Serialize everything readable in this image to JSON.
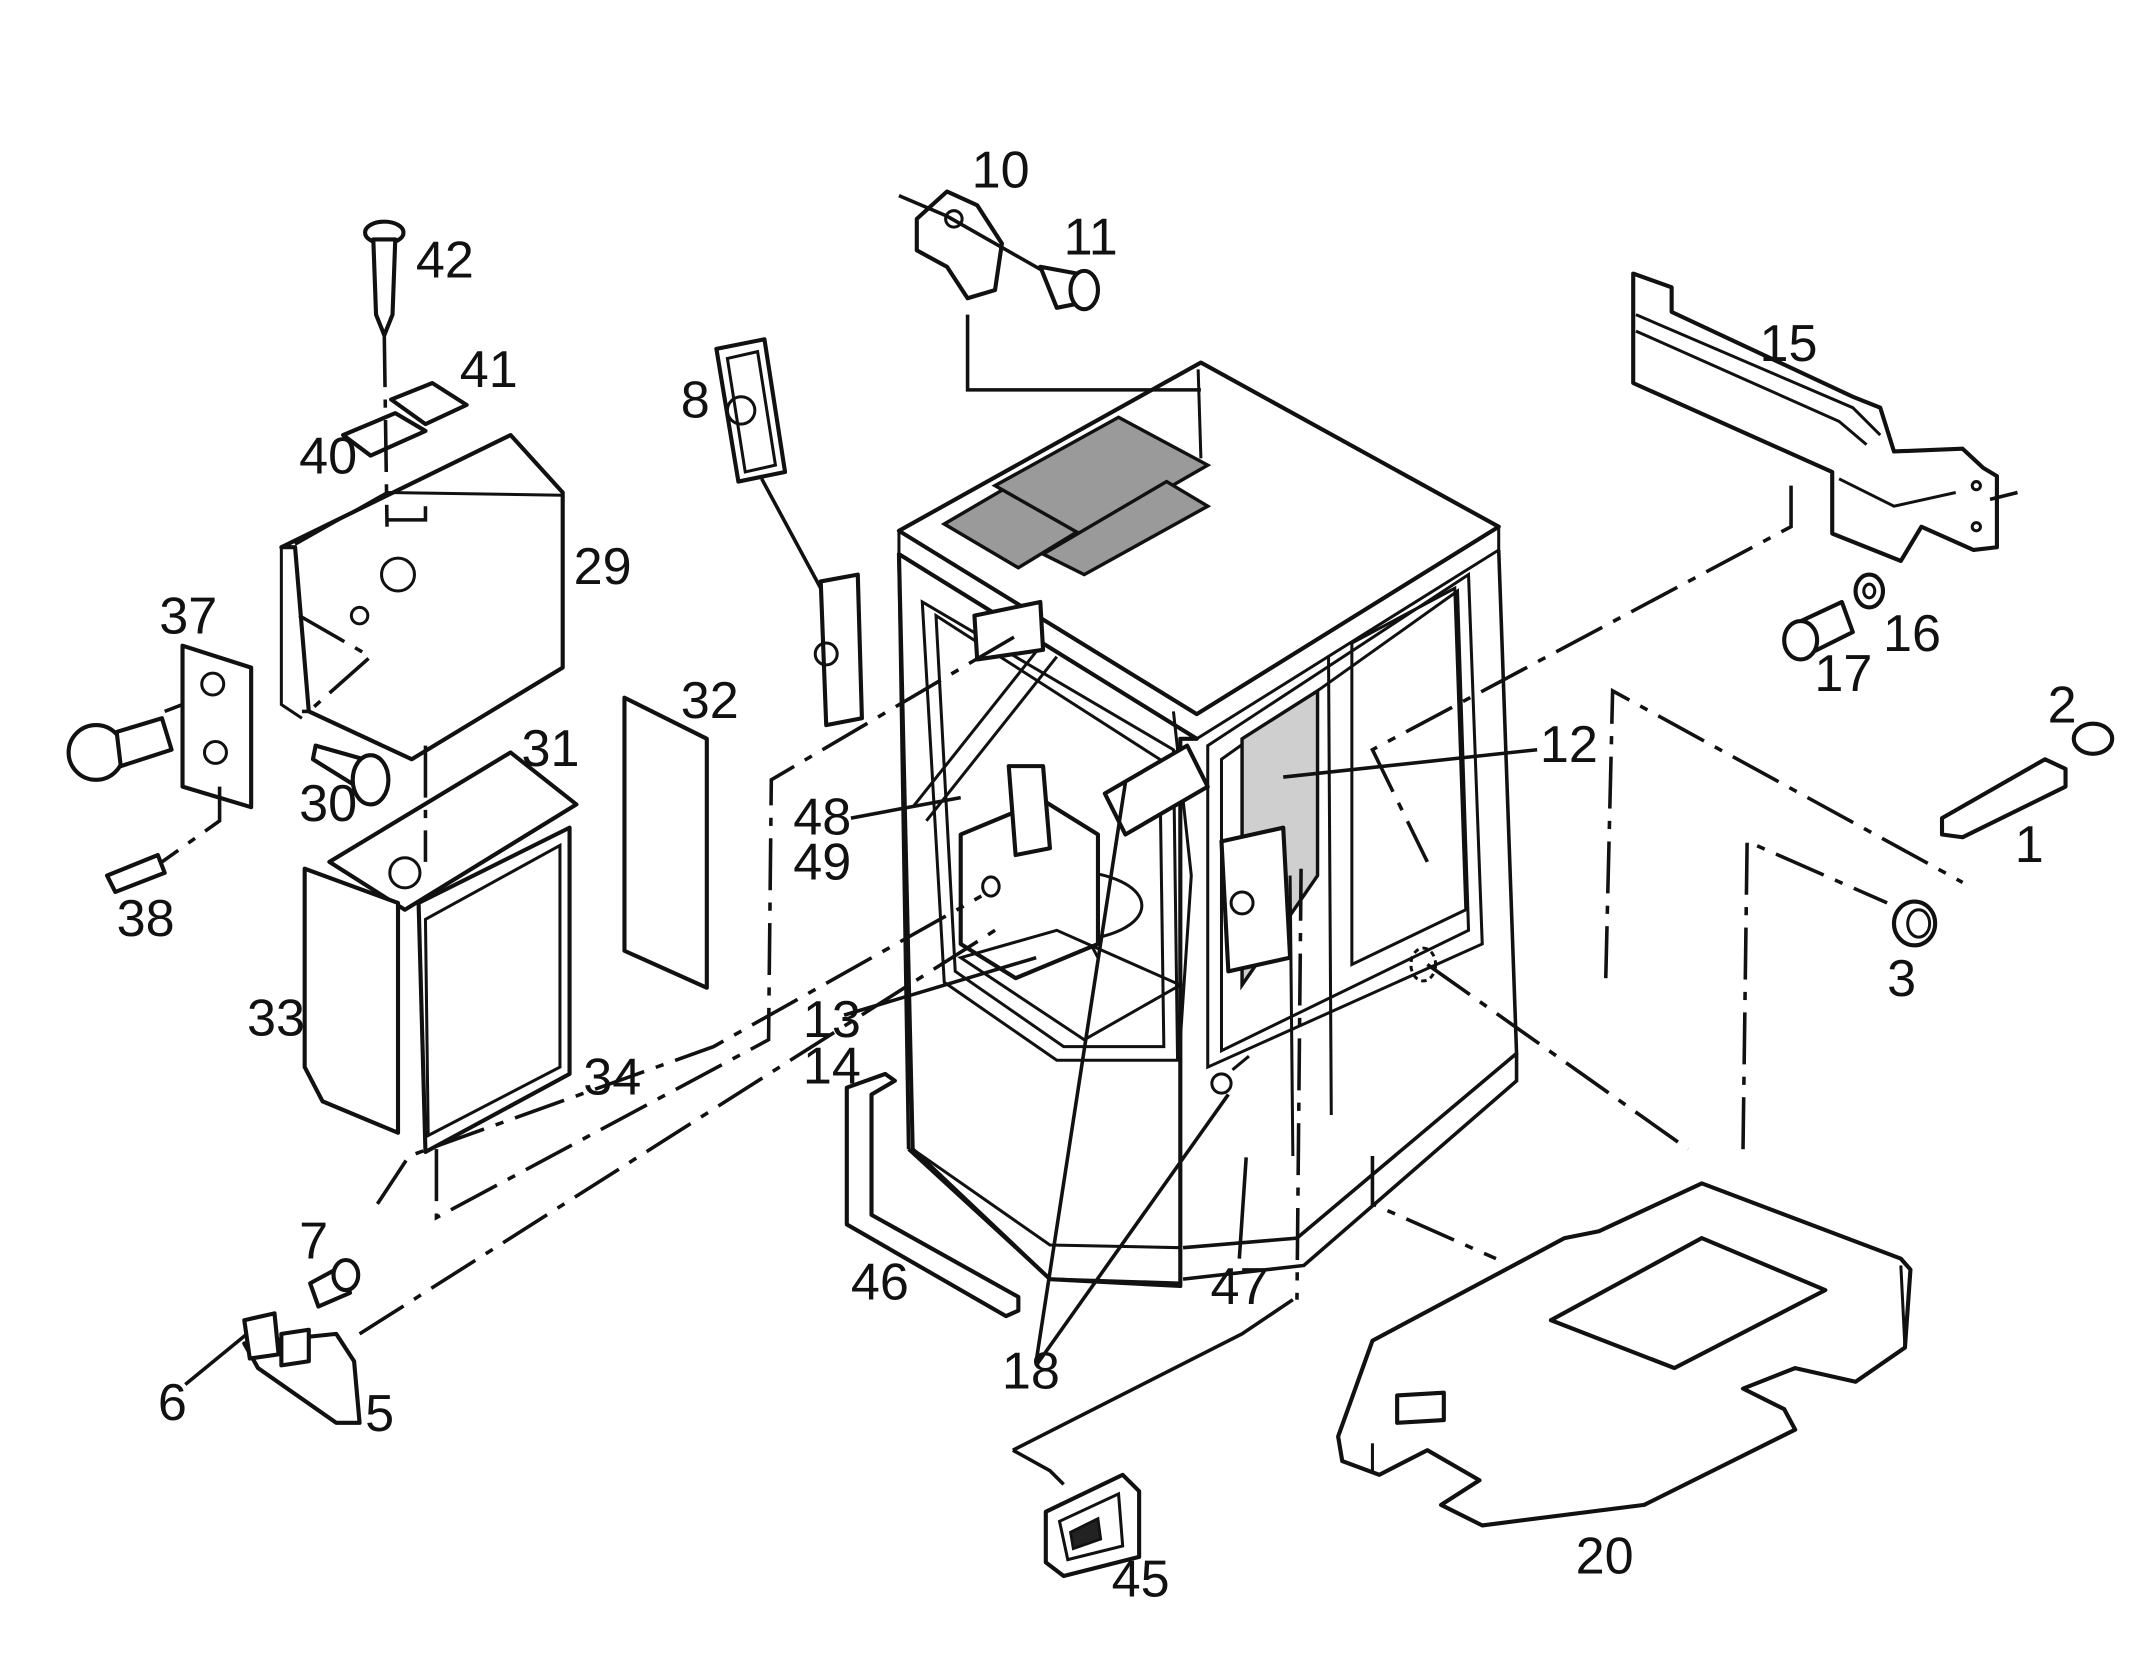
{
  "diagram": {
    "type": "exploded-parts-view",
    "callouts": [
      {
        "id": "c1",
        "text": "1",
        "part": "cover-strip"
      },
      {
        "id": "c2",
        "text": "2",
        "part": "plug-cap"
      },
      {
        "id": "c3",
        "text": "3",
        "part": "grommet"
      },
      {
        "id": "c5",
        "text": "5",
        "part": "sun-visor"
      },
      {
        "id": "c6",
        "text": "6",
        "part": "visor-clip"
      },
      {
        "id": "c7",
        "text": "7",
        "part": "screw"
      },
      {
        "id": "c8",
        "text": "8",
        "part": "mirror"
      },
      {
        "id": "c10",
        "text": "10",
        "part": "hook-plate"
      },
      {
        "id": "c11",
        "text": "11",
        "part": "pin"
      },
      {
        "id": "c12",
        "text": "12",
        "part": "rear-window"
      },
      {
        "id": "c13",
        "text": "13",
        "part": "floor-mat"
      },
      {
        "id": "c14",
        "text": "14",
        "part": "floor-mat-alt"
      },
      {
        "id": "c15",
        "text": "15",
        "part": "handrail"
      },
      {
        "id": "c16",
        "text": "16",
        "part": "washer"
      },
      {
        "id": "c17",
        "text": "17",
        "part": "bolt"
      },
      {
        "id": "c18",
        "text": "18",
        "part": "door-latch"
      },
      {
        "id": "c20",
        "text": "20",
        "part": "floor-plate"
      },
      {
        "id": "c29",
        "text": "29",
        "part": "battery-box-cover"
      },
      {
        "id": "c30",
        "text": "30",
        "part": "screw"
      },
      {
        "id": "c31",
        "text": "31",
        "part": "battery-box-base"
      },
      {
        "id": "c32",
        "text": "32",
        "part": "insulation-pad"
      },
      {
        "id": "c33",
        "text": "33",
        "part": "side-panel"
      },
      {
        "id": "c34",
        "text": "34",
        "part": "front-panel"
      },
      {
        "id": "c37",
        "text": "37",
        "part": "mounting-bracket"
      },
      {
        "id": "c38",
        "text": "38",
        "part": "spring-pin"
      },
      {
        "id": "c40",
        "text": "40",
        "part": "clip"
      },
      {
        "id": "c41",
        "text": "41",
        "part": "clip-plate"
      },
      {
        "id": "c42",
        "text": "42",
        "part": "screw"
      },
      {
        "id": "c45",
        "text": "45",
        "part": "switch"
      },
      {
        "id": "c46",
        "text": "46",
        "part": "seal-strip"
      },
      {
        "id": "c47",
        "text": "47",
        "part": "door"
      },
      {
        "id": "c48",
        "text": "48",
        "part": "control-console"
      },
      {
        "id": "c49",
        "text": "49",
        "part": "control-console-alt"
      }
    ]
  }
}
